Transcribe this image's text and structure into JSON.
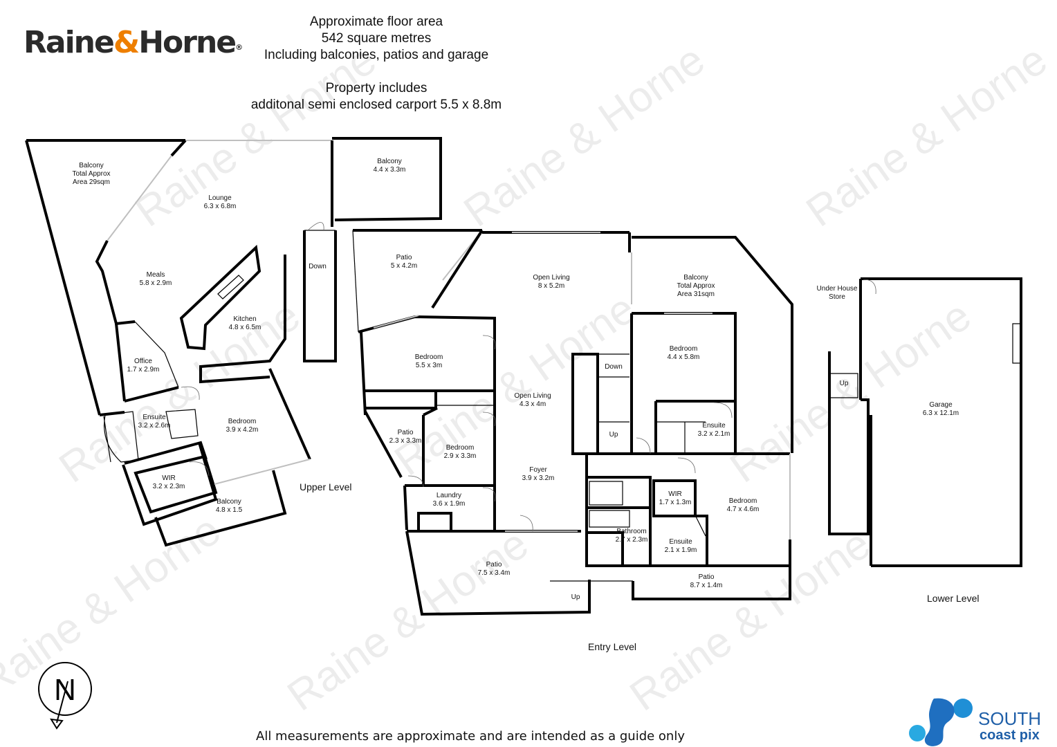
{
  "logo": {
    "part1": "Raine",
    "amp": "&",
    "part2": "Horne",
    "reg": "®"
  },
  "header": {
    "line1": "Approximate floor area",
    "line2": "542 square metres",
    "line3": "Including balconies, patios and garage",
    "line4": "Property includes",
    "line5": "additonal semi enclosed carport 5.5 x 8.8m"
  },
  "watermark": "Raine & Horne",
  "levels": {
    "upper": "Upper Level",
    "entry": "Entry Level",
    "lower": "Lower Level"
  },
  "stairs": {
    "down": "Down",
    "up": "Up"
  },
  "compass": "N",
  "rooms": [
    {
      "name": "Balcony",
      "sub": "Total Approx",
      "dim": "Area 29sqm"
    },
    {
      "name": "Lounge",
      "dim": "6.3 x 6.8m"
    },
    {
      "name": "Balcony",
      "dim": "4.4 x 3.3m"
    },
    {
      "name": "Meals",
      "dim": "5.8 x 2.9m"
    },
    {
      "name": "Kitchen",
      "dim": "4.8 x 6.5m"
    },
    {
      "name": "Office",
      "dim": "1.7 x 2.9m"
    },
    {
      "name": "Ensuite",
      "dim": "3.2 x 2.6m"
    },
    {
      "name": "Bedroom",
      "dim": "3.9 x 4.2m"
    },
    {
      "name": "WIR",
      "dim": "3.2 x 2.3m"
    },
    {
      "name": "Balcony",
      "dim": "4.8 x 1.5"
    },
    {
      "name": "Patio",
      "dim": "5 x 4.2m"
    },
    {
      "name": "Open Living",
      "dim": "8 x 5.2m"
    },
    {
      "name": "Balcony",
      "sub": "Total Approx",
      "dim": "Area 31sqm"
    },
    {
      "name": "Bedroom",
      "dim": "5.5 x 3m"
    },
    {
      "name": "Bedroom",
      "dim": "4.4 x 5.8m"
    },
    {
      "name": "Open Living",
      "dim": "4.3 x 4m"
    },
    {
      "name": "Patio",
      "dim": "2.3 x 3.3m"
    },
    {
      "name": "Bedroom",
      "dim": "2.9 x 3.3m"
    },
    {
      "name": "Ensuite",
      "dim": "3.2 x 2.1m"
    },
    {
      "name": "Foyer",
      "dim": "3.9 x 3.2m"
    },
    {
      "name": "Laundry",
      "dim": "3.6 x 1.9m"
    },
    {
      "name": "WIR",
      "dim": "1.7 x 1.3m"
    },
    {
      "name": "Bedroom",
      "dim": "4.7 x 4.6m"
    },
    {
      "name": "Bathroom",
      "dim": "2.7 x 2.3m"
    },
    {
      "name": "Ensuite",
      "dim": "2.1 x 1.9m"
    },
    {
      "name": "Patio",
      "dim": "7.5 x 3.4m"
    },
    {
      "name": "Patio",
      "dim": "8.7 x 1.4m"
    },
    {
      "name": "Under House",
      "dim": "Store"
    },
    {
      "name": "Garage",
      "dim": "6.3 x 12.1m"
    }
  ],
  "footer": "All measurements are approximate and are intended as a guide only",
  "brand": {
    "line1": "SOUTH",
    "line2": "coast pix",
    "color": "#1f5fa8",
    "accent": "#29a9e1"
  }
}
